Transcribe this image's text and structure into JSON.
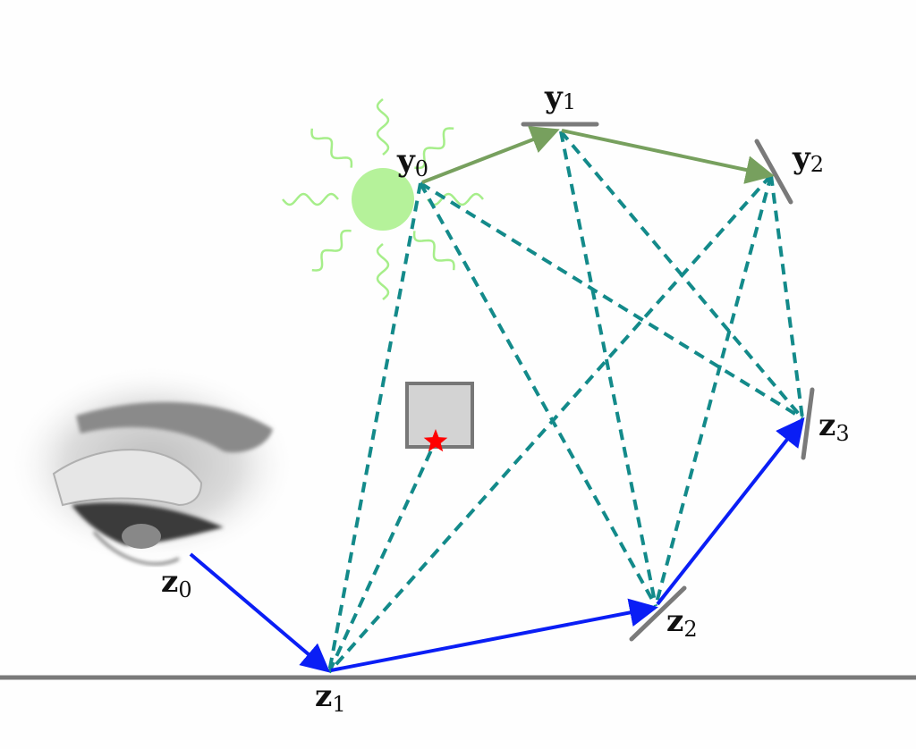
{
  "labels": {
    "y0": {
      "base": "y",
      "sub": "0"
    },
    "y1": {
      "base": "y",
      "sub": "1"
    },
    "y2": {
      "base": "y",
      "sub": "2"
    },
    "z0": {
      "base": "z",
      "sub": "0"
    },
    "z1": {
      "base": "z",
      "sub": "1"
    },
    "z2": {
      "base": "z",
      "sub": "2"
    },
    "z3": {
      "base": "z",
      "sub": "3"
    }
  },
  "colors": {
    "light_path": "#77a05e",
    "view_path": "#0a1ef5",
    "connections": "#138a8a",
    "sun": "#b5f29a",
    "sun_rays": "#a6ee8a",
    "mirror": "#7a7a7a",
    "star": "#ff0000",
    "occluder": "#d3d3d3"
  }
}
